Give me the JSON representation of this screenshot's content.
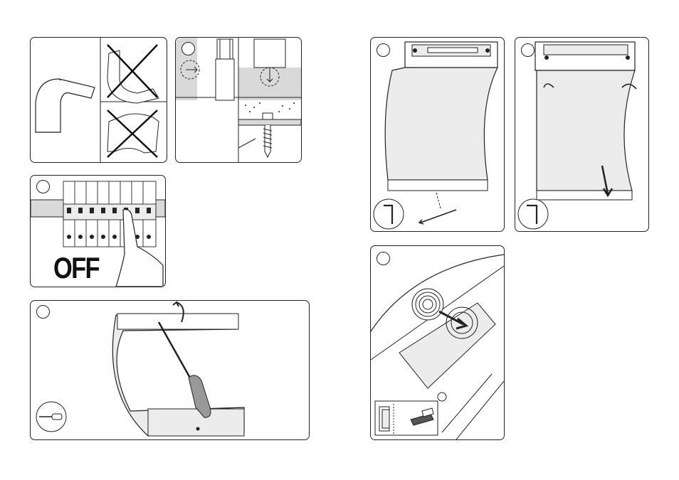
{
  "panels": {
    "shape_check": {
      "name": "product-shape-comparison"
    },
    "mounting": {
      "name": "mounting-surface",
      "step": ""
    },
    "power_off": {
      "name": "power-off",
      "step": "",
      "off_text": "OFF"
    },
    "open_cover": {
      "name": "open-cover",
      "step": ""
    },
    "unscrew_bottom": {
      "name": "unscrew-bottom-screw",
      "step": ""
    },
    "remove_panel": {
      "name": "remove-front-panel",
      "step": ""
    },
    "cable_gland": {
      "name": "cable-gland",
      "step": ""
    }
  },
  "colors": {
    "line": "#222222",
    "shade": "#d9d9d9",
    "light": "#ececec"
  },
  "icons": [
    "cross-icon",
    "screw-icon",
    "hex-key-icon",
    "screwdriver-icon",
    "rotate-arrow-icon",
    "down-arrow-icon",
    "cutter-icon"
  ]
}
